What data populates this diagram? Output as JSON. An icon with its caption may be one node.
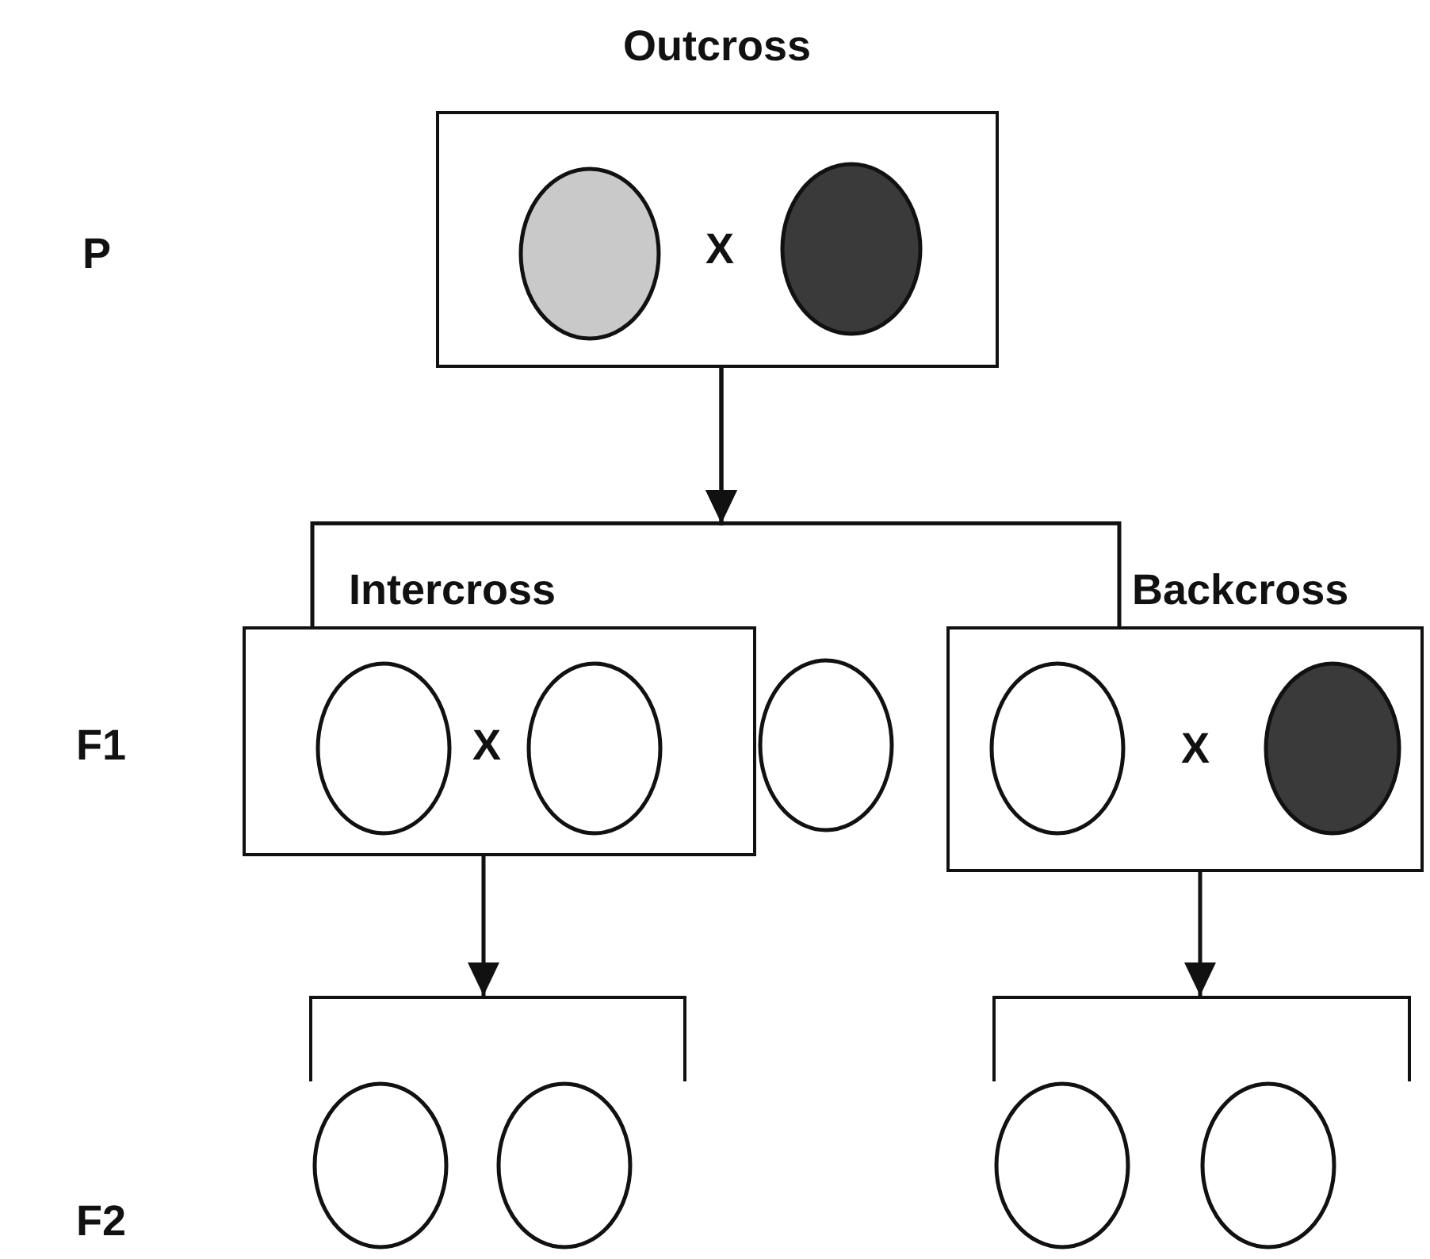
{
  "diagram": {
    "title": "Outcross",
    "nodes": [
      {
        "text": [
          "X"
        ]
      },
      {
        "text": [],
        "shape": "circle",
        "in": 0
      },
      {
        "text": [],
        "shape": "circle",
        "in": 0
      },
      {
        "text": [
          "Intercross",
          "X"
        ]
      },
      {
        "text": [],
        "shape": "circle",
        "in": 3
      },
      {
        "text": [],
        "shape": "circle",
        "in": 3
      },
      {
        "text": [],
        "shape": "circle"
      },
      {
        "text": [
          "Backcross",
          "X"
        ]
      },
      {
        "text": [],
        "shape": "circle",
        "in": 7
      },
      {
        "text": [],
        "shape": "circle",
        "in": 7
      },
      {
        "text": [],
        "shape": "bar"
      },
      {
        "text": [],
        "shape": "bar"
      },
      {
        "text": [],
        "shape": "circle"
      },
      {
        "text": [],
        "shape": "circle"
      },
      {
        "text": [],
        "shape": "circle"
      },
      {
        "text": [],
        "shape": "circle"
      }
    ],
    "edges": [
      {
        "from": 0,
        "to": 3,
        "arrow": "to"
      },
      {
        "from": 0,
        "to": 7,
        "arrow": "to"
      },
      {
        "from": 3,
        "to": 10,
        "arrow": "to"
      },
      {
        "from": 7,
        "to": 11,
        "arrow": "to"
      }
    ],
    "labels": [
      "P",
      "F1",
      "F2"
    ]
  }
}
